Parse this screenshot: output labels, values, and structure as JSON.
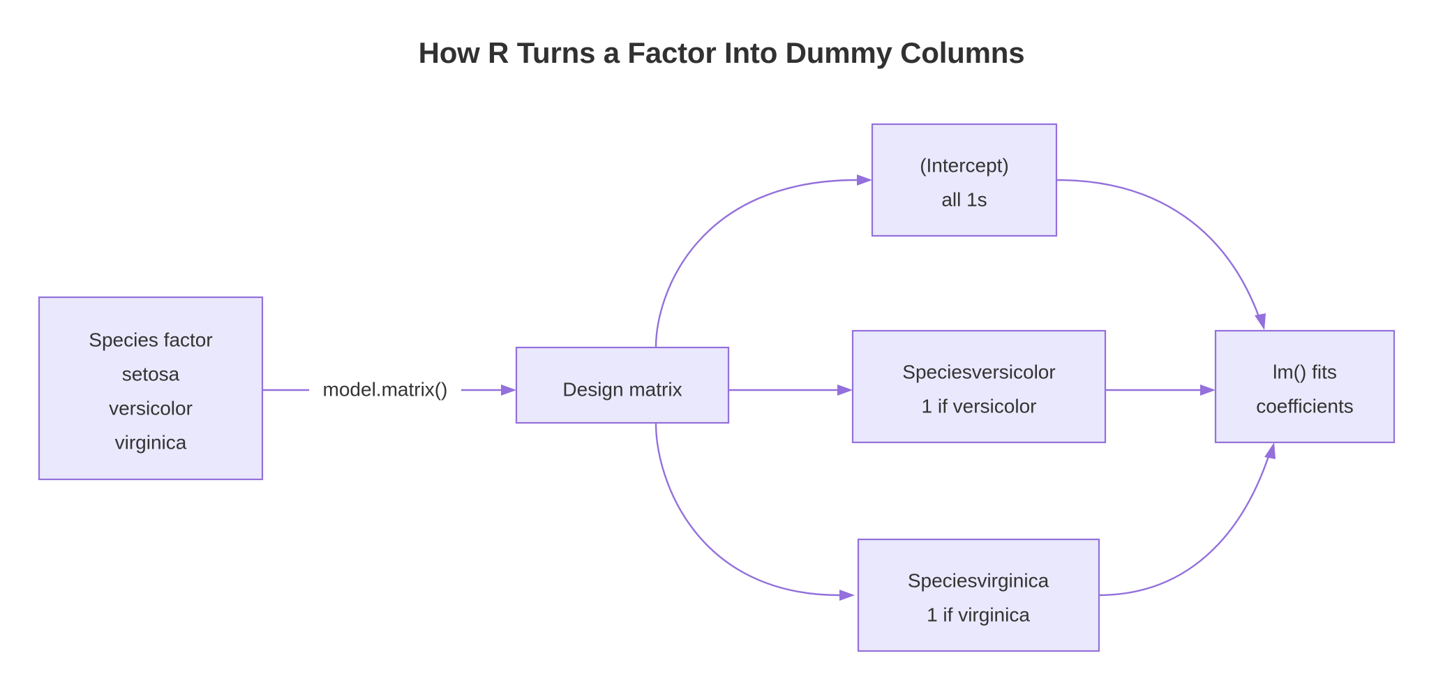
{
  "diagram": {
    "title": "How R Turns a Factor Into Dummy Columns",
    "type": "flowchart",
    "direction": "left-to-right",
    "colors": {
      "node_fill": "#eae8fc",
      "node_border": "#9370db",
      "edge_stroke": "#9370db",
      "node_text": "#333333",
      "title_text": "#313131",
      "background": "#ffffff"
    },
    "nodes": [
      {
        "id": "species",
        "lines": [
          "Species factor",
          "setosa",
          "versicolor",
          "virginica"
        ],
        "line1": "Species factor",
        "line2": "setosa",
        "line3": "versicolor",
        "line4": "virginica"
      },
      {
        "id": "design",
        "lines": [
          "Design matrix"
        ],
        "line1": "Design matrix"
      },
      {
        "id": "intercept",
        "lines": [
          "(Intercept)",
          "all 1s"
        ],
        "line1": "(Intercept)",
        "line2": "all 1s"
      },
      {
        "id": "versicolor",
        "lines": [
          "Speciesversicolor",
          "1 if versicolor"
        ],
        "line1": "Speciesversicolor",
        "line2": "1 if versicolor"
      },
      {
        "id": "virginica",
        "lines": [
          "Speciesvirginica",
          "1 if virginica"
        ],
        "line1": "Speciesvirginica",
        "line2": "1 if virginica"
      },
      {
        "id": "lm",
        "lines": [
          "lm() fits",
          "coefficients"
        ],
        "line1": "lm() fits",
        "line2": "coefficients"
      }
    ],
    "edges": [
      {
        "id": "e1",
        "from": "species",
        "to": "design",
        "label": "model.matrix()"
      },
      {
        "id": "e2",
        "from": "design",
        "to": "intercept",
        "label": ""
      },
      {
        "id": "e3",
        "from": "design",
        "to": "versicolor",
        "label": ""
      },
      {
        "id": "e4",
        "from": "design",
        "to": "virginica",
        "label": ""
      },
      {
        "id": "e5",
        "from": "intercept",
        "to": "lm",
        "label": ""
      },
      {
        "id": "e6",
        "from": "versicolor",
        "to": "lm",
        "label": ""
      },
      {
        "id": "e7",
        "from": "virginica",
        "to": "lm",
        "label": ""
      }
    ]
  }
}
